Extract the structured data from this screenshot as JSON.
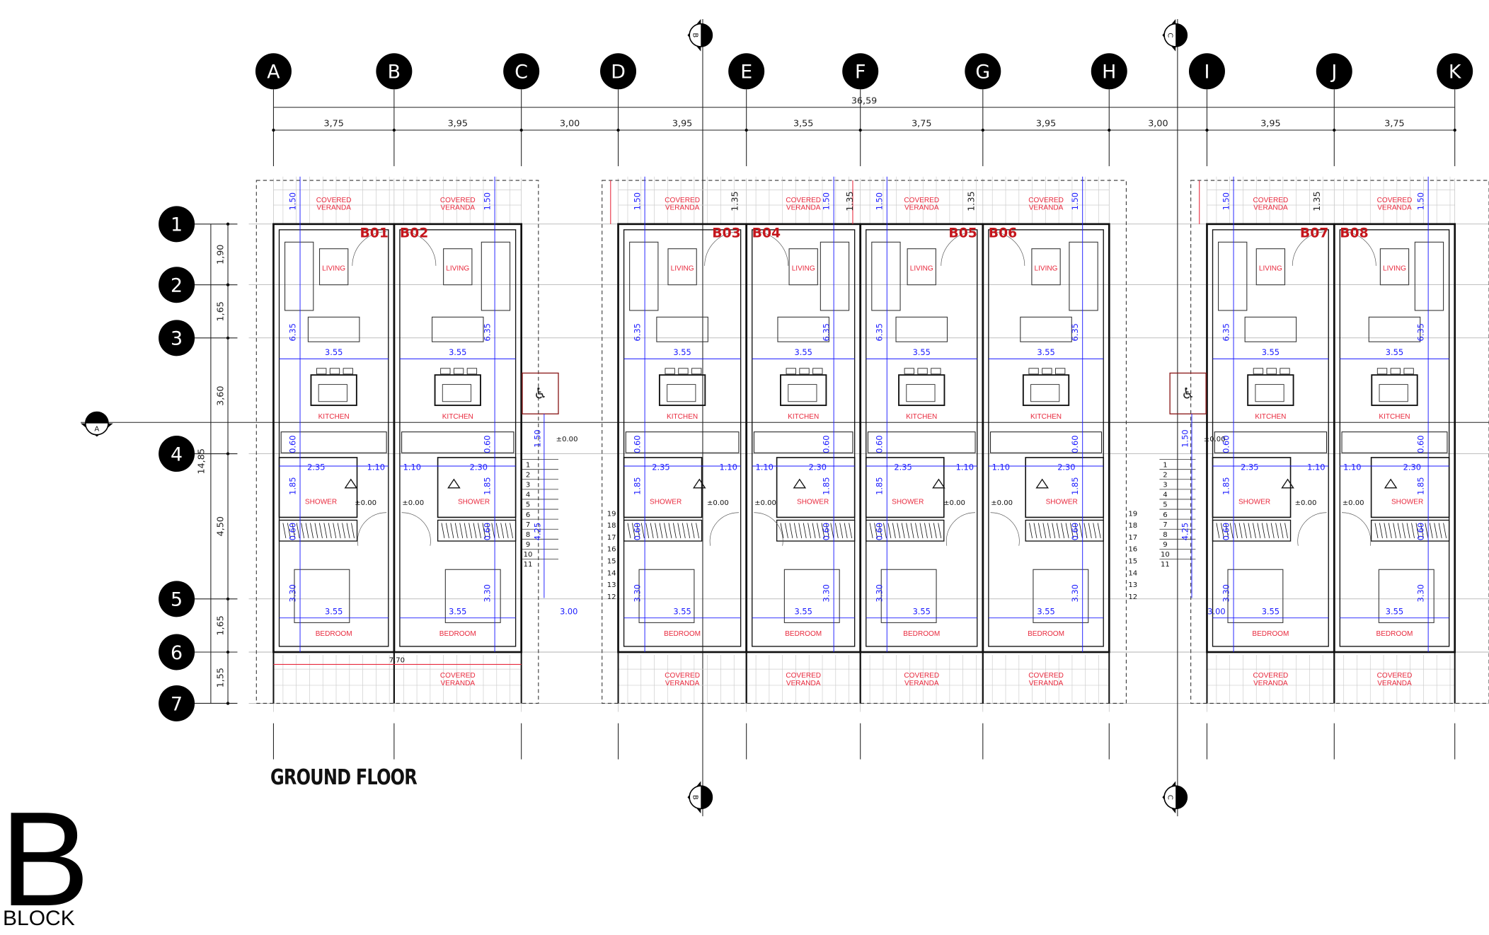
{
  "drawing": {
    "title": "GROUND FLOOR",
    "block_letter": "B",
    "block_label": "BLOCK"
  },
  "grid_columns": {
    "labels": [
      "A",
      "B",
      "C",
      "D",
      "E",
      "F",
      "G",
      "H",
      "I",
      "J",
      "K"
    ],
    "spacings": [
      "3,75",
      "3,95",
      "3,00",
      "3,95",
      "3,55",
      "3,75",
      "3,95",
      "3,00",
      "3,95",
      "3,75"
    ],
    "total": "36,59"
  },
  "grid_rows": {
    "labels": [
      "1",
      "2",
      "3",
      "4",
      "5",
      "6",
      "7"
    ],
    "spacings": [
      "1,90",
      "1,65",
      "3,60",
      "4,50",
      "1,65",
      "1,55"
    ],
    "total": "14,85"
  },
  "section_markers": {
    "a": "A",
    "b": "B",
    "c": "C"
  },
  "room_labels": {
    "covered": "COVERED",
    "veranda": "VERANDA",
    "living": "LIVING",
    "kitchen": "KITCHEN",
    "shower": "SHOWER",
    "bedroom": "BEDROOM"
  },
  "unit_dims": {
    "veranda_depth": "1.50",
    "living_depth": "6.35",
    "living_width": "3.55",
    "counter": "0.60",
    "bath_depth": "1.85",
    "wardrobe": "0.60",
    "bedroom_depth": "3.30",
    "bedroom_width": "3.55",
    "hall_width": "1.10",
    "level": "±0.00",
    "party_wall": "1.35"
  },
  "units": [
    {
      "id": "B01",
      "bath_width": "2.35",
      "bottom_veranda": false
    },
    {
      "id": "B02",
      "bath_width": "2.30",
      "bottom_veranda": true
    },
    {
      "id": "B03",
      "bath_width": "2.35",
      "bottom_veranda": true
    },
    {
      "id": "B04",
      "bath_width": "2.30",
      "bottom_veranda": true
    },
    {
      "id": "B05",
      "bath_width": "2.35",
      "bottom_veranda": true
    },
    {
      "id": "B06",
      "bath_width": "2.30",
      "bottom_veranda": true
    },
    {
      "id": "B07",
      "bath_width": "2.35",
      "bottom_veranda": true
    },
    {
      "id": "B08",
      "bath_width": "2.30",
      "bottom_veranda": true
    }
  ],
  "stairs": {
    "flight_1": [
      "1",
      "2",
      "3",
      "4",
      "5",
      "6",
      "7",
      "8",
      "9",
      "10",
      "11"
    ],
    "flight_2": [
      "12",
      "13",
      "14",
      "15",
      "16",
      "17",
      "18",
      "19"
    ],
    "landing_depth": "1.50",
    "flight_length": "4.25",
    "width": "3.00",
    "level": "±0.00"
  },
  "misc": {
    "first_pair_width": "7.70"
  },
  "colors": {
    "dimension_blue": "#1a1aff",
    "label_red": "#e8293d",
    "unit_id_red": "#c4161c"
  }
}
